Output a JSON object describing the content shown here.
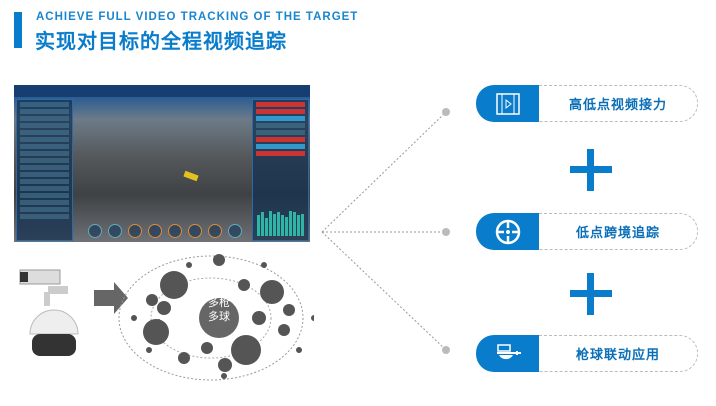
{
  "header": {
    "subtitle_en": "ACHIEVE FULL VIDEO TRACKING OF THE TARGET",
    "title_zh": "实现对目标的全程视频追踪"
  },
  "network": {
    "center_label_line1": "多枪",
    "center_label_line2": "多球"
  },
  "features": [
    {
      "label": "高低点视频接力",
      "icon": "video-film-icon"
    },
    {
      "label": "低点跨境追踪",
      "icon": "crosshair-target-icon"
    },
    {
      "label": "枪球联动应用",
      "icon": "camera-linkage-icon"
    }
  ],
  "colors": {
    "accent": "#0a7ccc",
    "text_blue": "#0a6fb8"
  }
}
